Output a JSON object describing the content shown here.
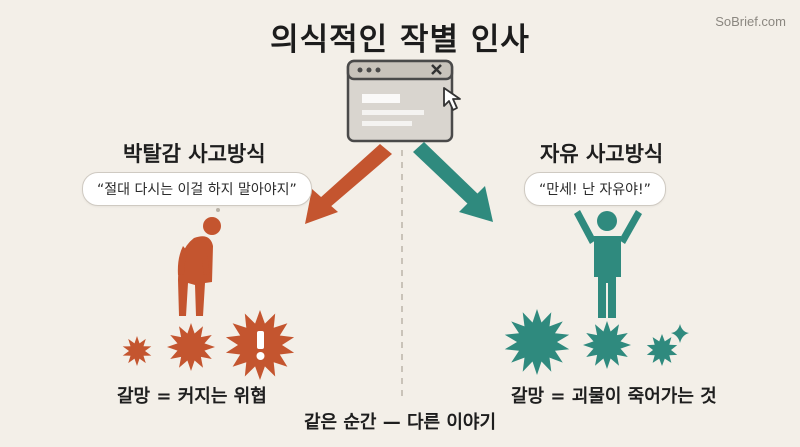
{
  "title": "의식적인 작별 인사",
  "brand": "SoBrief.com",
  "left": {
    "heading": "박탈감 사고방식",
    "quote": "“절대 다시는 이걸 하지 말아야지”",
    "caption": "갈망 = 커지는 위협",
    "color": "#c4552f"
  },
  "right": {
    "heading": "자유 사고방식",
    "quote": "“만세! 난 자유야!”",
    "caption": "갈망 = 괴물이 죽어가는 것",
    "color": "#2f8a7e"
  },
  "bottom_caption": "같은 순간 — 다른 이야기",
  "icons": {
    "window": "browser-window-icon",
    "cursor": "mouse-cursor-icon"
  }
}
